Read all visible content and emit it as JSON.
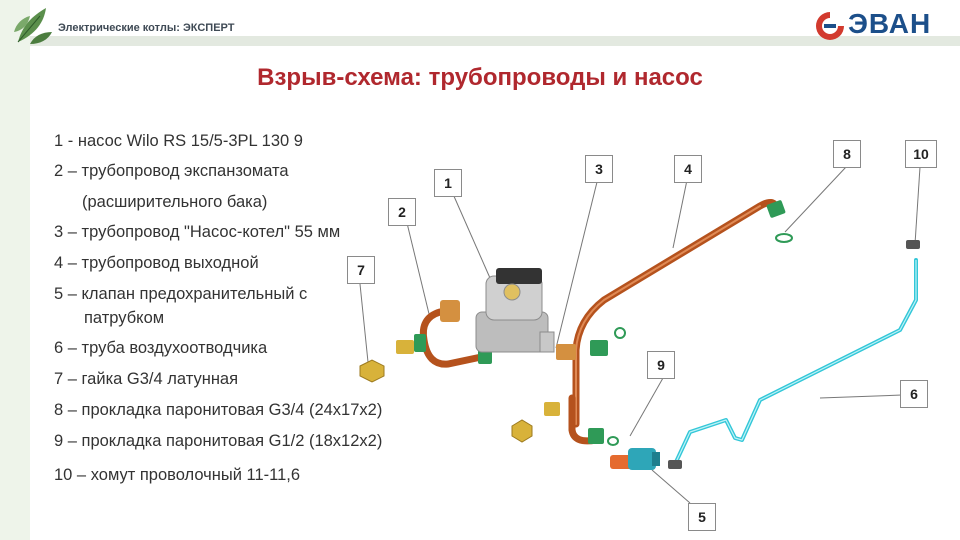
{
  "header": {
    "subtitle": "Электрические котлы: ЭКСПЕРТ",
    "logo_text": "ЭВАН"
  },
  "title": "Взрыв-схема: трубопроводы и насос",
  "legend": [
    "1 - насос Wilo RS 15/5-3PL 130 9",
    "2 – трубопровод экспанзомата",
    "(расширительного бака)",
    "3 – трубопровод \"Насос-котел\" 55 мм",
    "4 – трубопровод выходной",
    "5 – клапан предохранительный с",
    "патрубком",
    "6 – труба воздухоотводчика",
    "7 – гайка G3/4 латунная",
    "8 – прокладка паронитовая G3/4 (24x17x2)",
    "9 – прокладка паронитовая G1/2 (18x12x2)",
    "10 – хомут проволочный 11-11,6"
  ],
  "callouts": [
    "1",
    "2",
    "3",
    "4",
    "5",
    "6",
    "7",
    "8",
    "9",
    "10"
  ],
  "colors": {
    "title": "#b0282e",
    "copper": "#b5521d",
    "brass": "#d8b23a",
    "green_fitting": "#2f9a57",
    "air_tube": "#33c7d8",
    "logo_blue": "#1c4f8a",
    "logo_red": "#d23a2e"
  }
}
